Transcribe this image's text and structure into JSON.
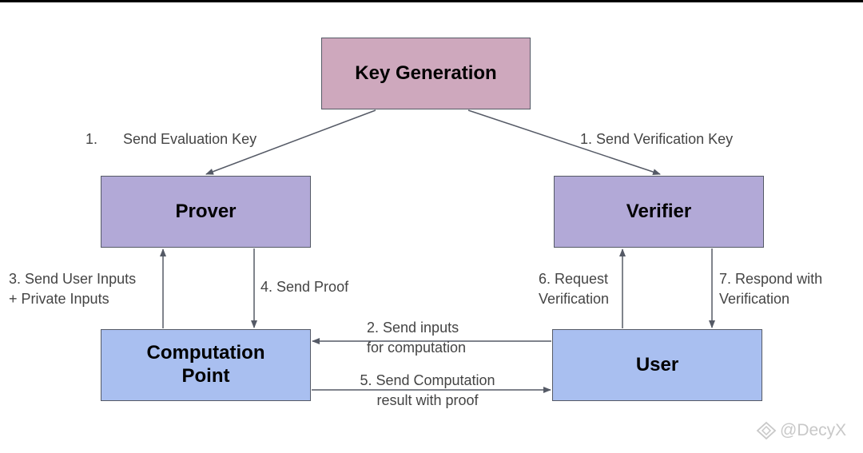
{
  "nodes": {
    "key_generation": "Key Generation",
    "prover": "Prover",
    "verifier": "Verifier",
    "computation_point_line1": "Computation",
    "computation_point_line2": "Point",
    "user": "User"
  },
  "edges": {
    "send_eval_key_num": "1.",
    "send_eval_key": "Send Evaluation Key",
    "send_verif_key": "1. Send Verification Key",
    "send_user_inputs_line1": "3. Send User Inputs",
    "send_user_inputs_line2": "+ Private Inputs",
    "send_proof": "4. Send Proof",
    "request_verif_line1": "6. Request",
    "request_verif_line2": "Verification",
    "respond_verif_line1": "7. Respond with",
    "respond_verif_line2": "Verification",
    "send_inputs_line1": "2. Send inputs",
    "send_inputs_line2": "for computation",
    "send_result_line1": "5. Send Computation",
    "send_result_line2": "result with proof"
  },
  "watermark": {
    "text": "@DecyX",
    "icon": "decyx-logo-icon"
  },
  "colors": {
    "key_generation": "#cea8bd",
    "prover_verifier": "#b2a9d7",
    "computation_user": "#a9bff0",
    "arrow": "#555a66"
  }
}
